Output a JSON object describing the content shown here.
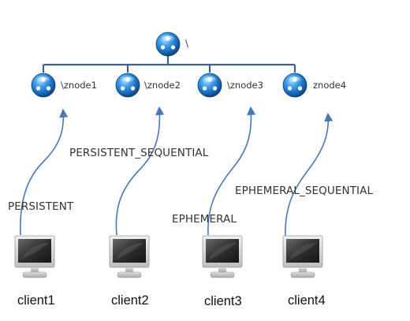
{
  "diagram": {
    "root": {
      "label": "\\"
    },
    "znodes": [
      {
        "label": "\\znode1"
      },
      {
        "label": "\\znode2"
      },
      {
        "label": "\\znode3"
      },
      {
        "label": "znode4"
      }
    ],
    "modes": [
      {
        "label": "PERSISTENT"
      },
      {
        "label": "PERSISTENT_SEQUENTIAL"
      },
      {
        "label": "EPHEMERAL"
      },
      {
        "label": "EPHEMERAL_SEQUENTIAL"
      }
    ],
    "clients": [
      {
        "label": "client1"
      },
      {
        "label": "client2"
      },
      {
        "label": "client3"
      },
      {
        "label": "client4"
      }
    ]
  },
  "colors": {
    "tree_line": "#3d5f96",
    "arrow": "#4a78b4",
    "node_sphere": "#1f78c8",
    "monitor_bezel": "#d4d4d4"
  },
  "icons": {
    "node": "blue-sphere-node-icon",
    "client": "computer-monitor-icon"
  }
}
